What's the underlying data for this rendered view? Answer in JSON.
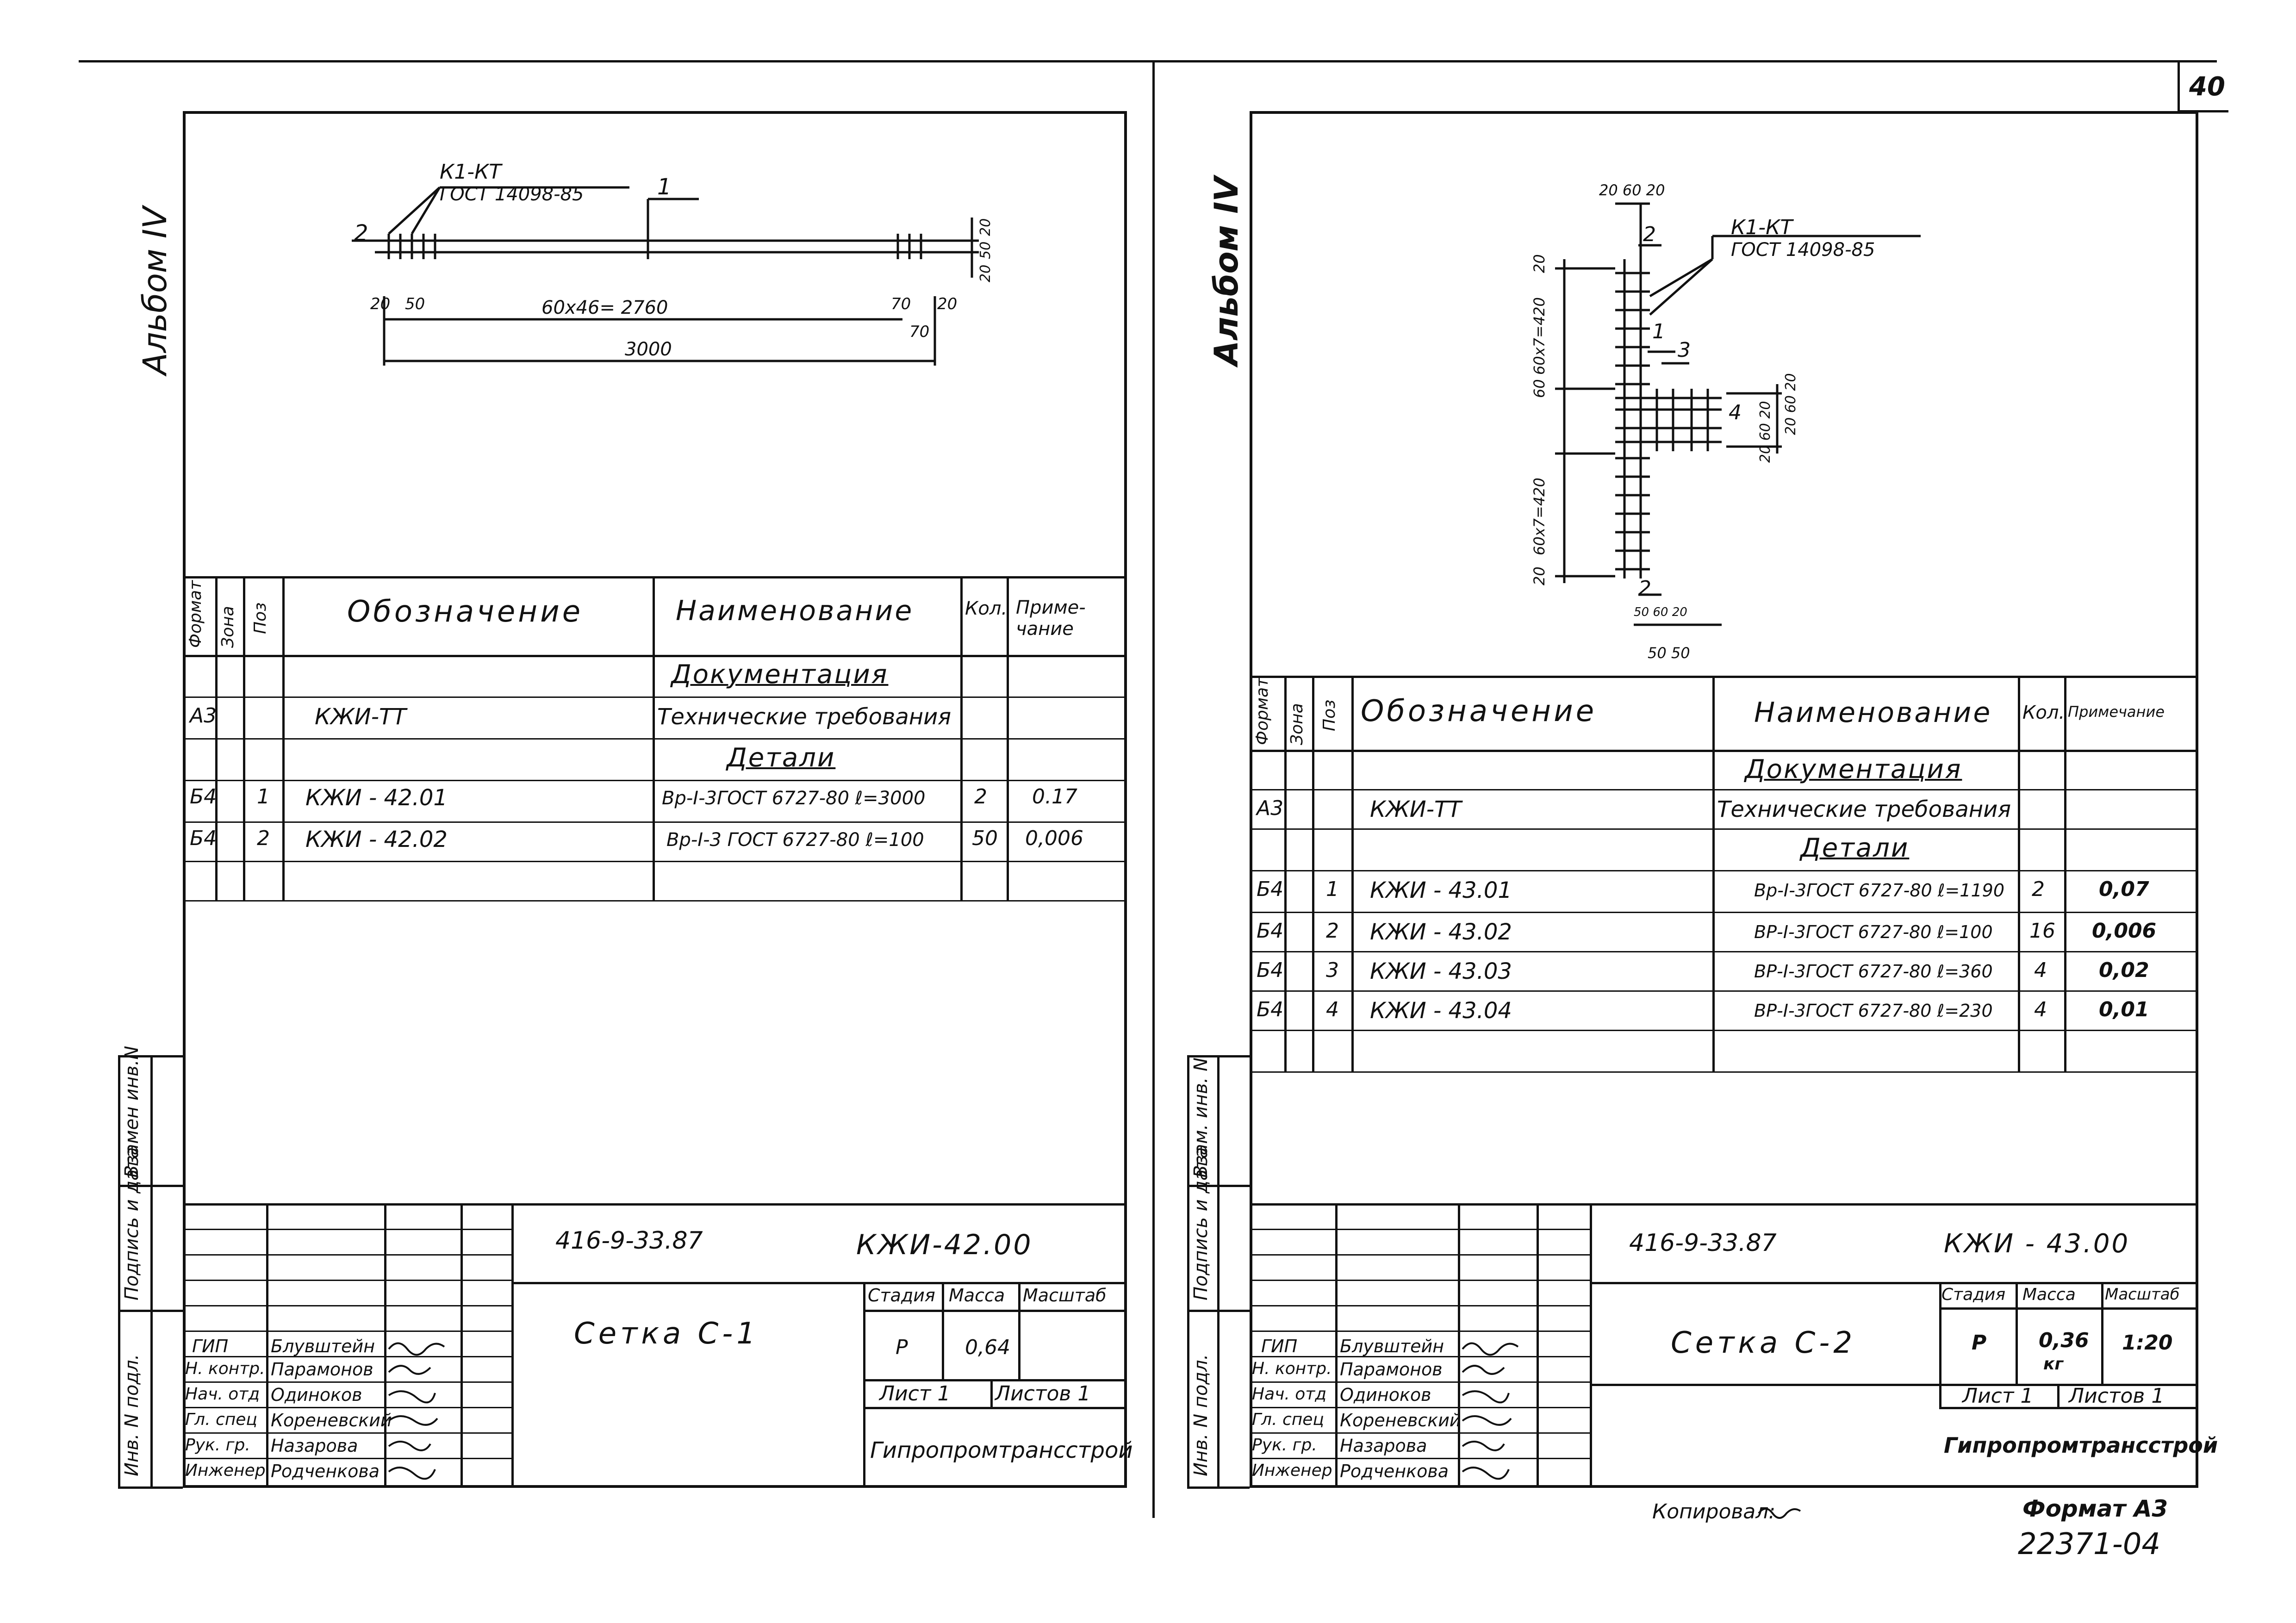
{
  "page_number": "40",
  "copied_by": "Копировал:",
  "format_label": "Формат А3",
  "archive_number": "22371-04",
  "left": {
    "album": "Альбом IV",
    "side_labels": [
      "Инв. N подл.",
      "Подпись и дата",
      "Взамен инв.N"
    ],
    "drawing": {
      "leader": "К1-КТ",
      "leader_std": "ГОСТ 14098-85",
      "pos1": "1",
      "pos2": "2",
      "dim_20": "20",
      "dim_50": "50",
      "dim_span": "60х46= 2760",
      "dim_70": "70",
      "dim_20r": "20",
      "dim_70b": "70",
      "dim_total": "3000",
      "dim_v1": "20",
      "dim_v2": "50",
      "dim_v3": "20"
    },
    "spec": {
      "headers": {
        "format": "Формат",
        "zone": "Зона",
        "pos": "Поз",
        "designation": "Обозначение",
        "name": "Наименование",
        "qty": "Кол.",
        "note": "Приме-чание"
      },
      "section_docs": "Документация",
      "doc_row": {
        "format": "А3",
        "designation": "КЖИ-ТТ",
        "name": "Технические требования"
      },
      "section_parts": "Детали",
      "rows": [
        {
          "format": "Б4",
          "pos": "1",
          "designation": "КЖИ - 42.01",
          "name": "Вр-I-3ГОСТ 6727-80 ℓ=3000",
          "qty": "2",
          "note": "0.17"
        },
        {
          "format": "Б4",
          "pos": "2",
          "designation": "КЖИ - 42.02",
          "name": "Вр-I-3 ГОСТ 6727-80 ℓ=100",
          "qty": "50",
          "note": "0,006"
        }
      ]
    },
    "stamp": {
      "project_code": "416-9-33.87",
      "doc_code": "КЖИ-42.00",
      "title": "Сетка С-1",
      "stage_label": "Стадия",
      "mass_label": "Масса",
      "scale_label": "Масштаб",
      "stage": "Р",
      "mass": "0,64",
      "scale": "",
      "sheet_label": "Лист 1",
      "sheets_label": "Листов 1",
      "org": "Гипропромтрансстрой",
      "people": [
        {
          "role": "ГИП",
          "name": "Блувштейн"
        },
        {
          "role": "Н. контр.",
          "name": "Парамонов"
        },
        {
          "role": "Нач. отд",
          "name": "Одиноков"
        },
        {
          "role": "Гл. спец",
          "name": "Кореневский"
        },
        {
          "role": "Рук. гр.",
          "name": "Назарова"
        },
        {
          "role": "Инженер",
          "name": "Родченкова"
        }
      ]
    }
  },
  "right": {
    "album": "Альбом IV",
    "side_labels": [
      "Инв. N подл.",
      "Подпись и дата",
      "Взам. инв. N"
    ],
    "drawing": {
      "leader": "К1-КТ",
      "leader_std": "ГОСТ 14098-85",
      "pos1": "1",
      "pos2": "2",
      "pos3": "3",
      "pos4": "4",
      "pos2b": "2",
      "top_dims": "20 60 20",
      "left_dim_top": "60х7=420",
      "left_dim_mid": "60",
      "left_dim_bot": "60х7=420",
      "left_dim_20a": "20",
      "left_dim_20b": "20",
      "left_dim_60": "60",
      "right_dims": "20 60 20",
      "right_dims2": "20 60 20",
      "bottom_dims": "50 50",
      "bottom_small": "50 60 20"
    },
    "spec": {
      "headers": {
        "format": "Формат",
        "zone": "Зона",
        "pos": "Поз",
        "designation": "Обозначение",
        "name": "Наименование",
        "qty": "Кол.",
        "note": "Примечание"
      },
      "section_docs": "Документация",
      "doc_row": {
        "format": "А3",
        "designation": "КЖИ-ТТ",
        "name": "Технические требования"
      },
      "section_parts": "Детали",
      "rows": [
        {
          "format": "Б4",
          "pos": "1",
          "designation": "КЖИ - 43.01",
          "name": "Вр-I-3ГОСТ 6727-80 ℓ=1190",
          "qty": "2",
          "note": "0,07"
        },
        {
          "format": "Б4",
          "pos": "2",
          "designation": "КЖИ - 43.02",
          "name": "ВР-I-3ГОСТ 6727-80 ℓ=100",
          "qty": "16",
          "note": "0,006"
        },
        {
          "format": "Б4",
          "pos": "3",
          "designation": "КЖИ - 43.03",
          "name": "ВР-I-3ГОСТ 6727-80 ℓ=360",
          "qty": "4",
          "note": "0,02"
        },
        {
          "format": "Б4",
          "pos": "4",
          "designation": "КЖИ - 43.04",
          "name": "ВР-I-3ГОСТ 6727-80 ℓ=230",
          "qty": "4",
          "note": "0,01"
        }
      ]
    },
    "stamp": {
      "project_code": "416-9-33.87",
      "doc_code": "КЖИ - 43.00",
      "title": "Сетка С-2",
      "stage_label": "Стадия",
      "mass_label": "Масса",
      "scale_label": "Масштаб",
      "stage": "Р",
      "mass": "0,36",
      "mass_unit": "кг",
      "scale": "1:20",
      "sheet_label": "Лист 1",
      "sheets_label": "Листов 1",
      "org": "Гипропромтрансстрой",
      "people": [
        {
          "role": "ГИП",
          "name": "Блувштейн"
        },
        {
          "role": "Н. контр.",
          "name": "Парамонов"
        },
        {
          "role": "Нач. отд",
          "name": "Одиноков"
        },
        {
          "role": "Гл. спец",
          "name": "Кореневский"
        },
        {
          "role": "Рук. гр.",
          "name": "Назарова"
        },
        {
          "role": "Инженер",
          "name": "Родченкова"
        }
      ]
    }
  }
}
